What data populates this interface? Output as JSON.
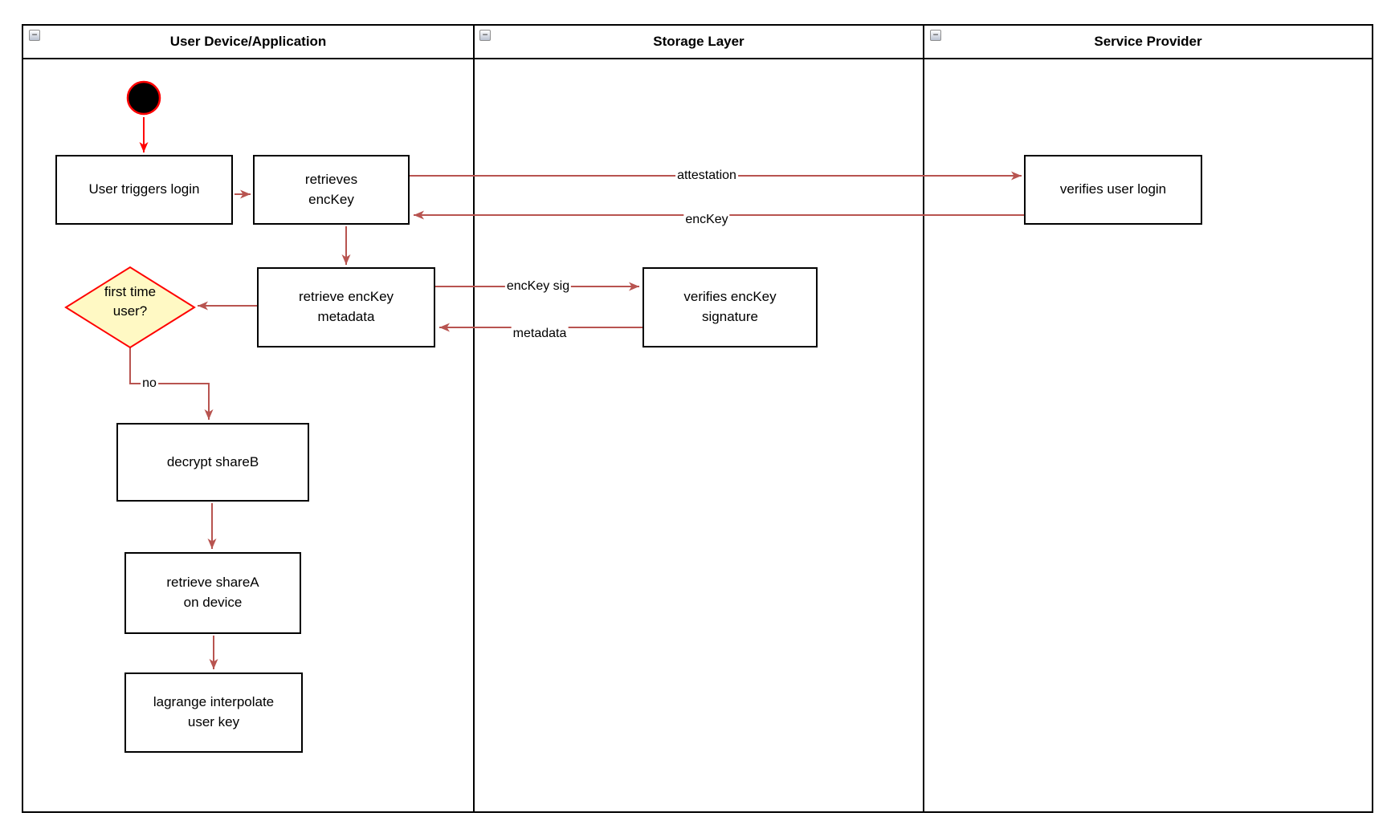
{
  "ui": {
    "collapse_glyph": "−"
  },
  "lanes": [
    {
      "title": "User Device/Application"
    },
    {
      "title": "Storage Layer"
    },
    {
      "title": "Service Provider"
    }
  ],
  "nodes": {
    "user_triggers_login": "User triggers login",
    "retrieves_enckey": "retrieves\nencKey",
    "verifies_user_login": "verifies user login",
    "retrieve_enckey_metadata": "retrieve encKey\nmetadata",
    "verifies_enckey_signature": "verifies encKey\nsignature",
    "first_time_user": "first time\nuser?",
    "decrypt_shareb": "decrypt shareB",
    "retrieve_sharea_on_device": "retrieve shareA\non device",
    "lagrange_interpolate_user_key": "lagrange interpolate\nuser key"
  },
  "edges": {
    "attestation": "attestation",
    "enckey": "encKey",
    "enckey_sig": "encKey sig",
    "metadata": "metadata",
    "no": "no"
  },
  "colors": {
    "flow_arrow": "#B85450",
    "start_accent": "#FF0000",
    "decision_fill": "#FFF9C4",
    "decision_stroke": "#FF0000",
    "node_border": "#000000"
  }
}
